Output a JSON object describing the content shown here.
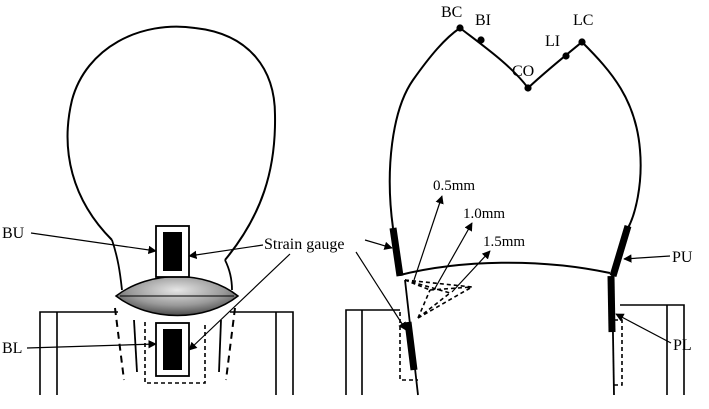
{
  "labels": {
    "bu": "BU",
    "bl": "BL",
    "strain_gauge": "Strain gauge",
    "bc": "BC",
    "bi": "BI",
    "co": "CO",
    "li": "LI",
    "lc": "LC",
    "d05": "0.5mm",
    "d10": "1.0mm",
    "d15": "1.5mm",
    "pu": "PU",
    "pl": "PL"
  },
  "colors": {
    "stroke": "#000000",
    "gauge_fill": "#000000",
    "restoration_light": "#d9d9d9",
    "restoration_dark": "#555555"
  }
}
